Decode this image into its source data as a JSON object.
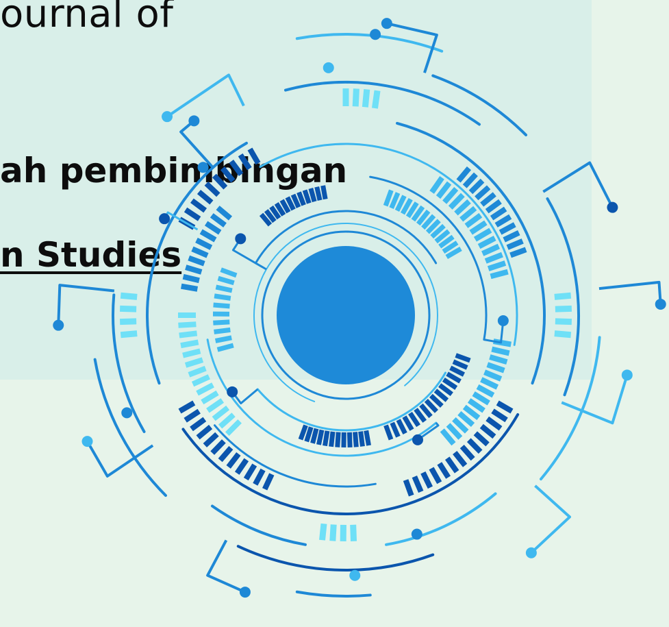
{
  "text": {
    "journal": "ournal of",
    "subtitle": "ah pembimbingan",
    "link": "n Studies"
  },
  "colors": {
    "background": "#e7f4ea",
    "panel": "#d9efe9",
    "core": "#1e8ad8",
    "dark": "#0b55ad",
    "mid": "#1e88d6",
    "light": "#3fb8ef",
    "pale": "#6fe0f7"
  },
  "graphic": {
    "icon": "circuit-ring-icon"
  }
}
